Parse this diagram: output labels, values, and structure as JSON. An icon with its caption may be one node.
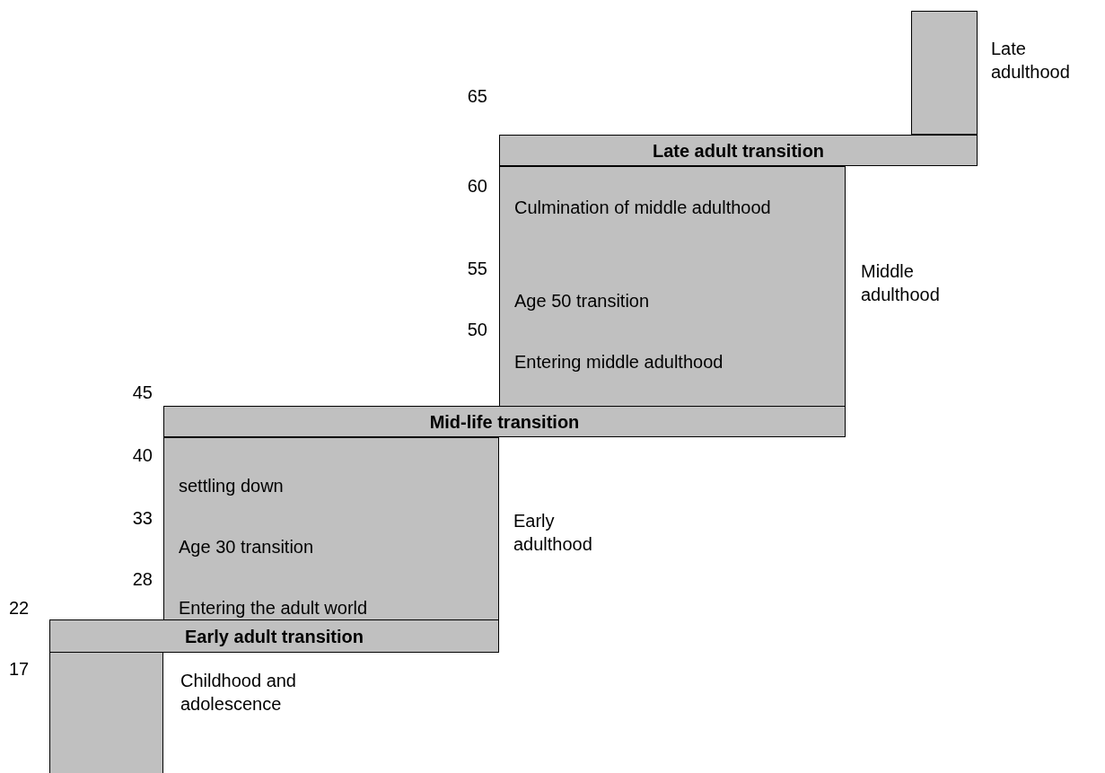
{
  "diagram": {
    "nodes": [
      {
        "text": [],
        "shape": "box",
        "beside": [
          "Late adulthood"
        ]
      },
      {
        "text": [
          "Late adult transition"
        ]
      },
      {
        "text": [
          "Culmination of middle adulthood",
          "Age 50 transition",
          "Entering middle adulthood"
        ],
        "beside": [
          "Middle adulthood"
        ]
      },
      {
        "text": [
          "Mid-life transition"
        ]
      },
      {
        "text": [
          "settling down",
          "Age 30 transition",
          "Entering the adult world"
        ],
        "beside": [
          "Early adulthood"
        ]
      },
      {
        "text": [
          "Early adult transition"
        ]
      },
      {
        "text": [],
        "shape": "box",
        "beside": [
          "Childhood and adolescence"
        ]
      }
    ],
    "labels": [
      "65",
      "60",
      "55",
      "50",
      "45",
      "40",
      "33",
      "28",
      "22",
      "17"
    ]
  }
}
